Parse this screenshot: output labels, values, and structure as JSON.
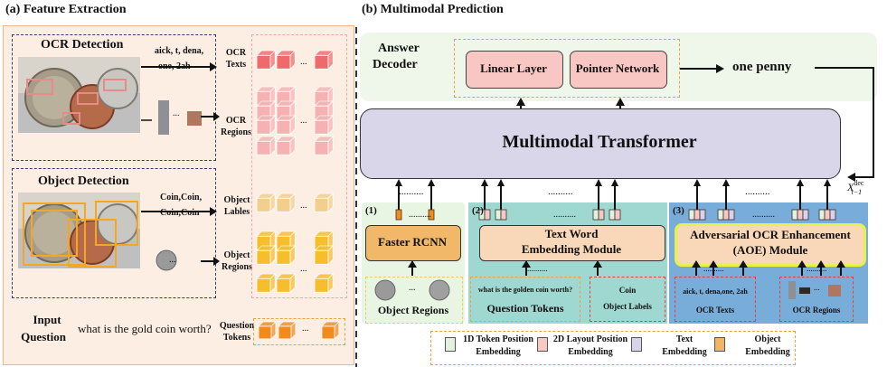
{
  "panel_a": {
    "title": "(a) Feature Extraction",
    "ocr_detection": {
      "title": "OCR Detection",
      "tokens_text": [
        "aick, t, dena,",
        "one, 2ah"
      ],
      "ocr_texts_label": [
        "OCR",
        "Texts"
      ],
      "ocr_regions_label": [
        "OCR",
        "Regions"
      ],
      "ellipsis": "..."
    },
    "object_detection": {
      "title": "Object Detection",
      "labels_text": [
        "Coin,Coin,",
        "Coin,Coin"
      ],
      "object_labels_label": [
        "Object",
        "Lables"
      ],
      "object_regions_label": [
        "Object",
        "Regions"
      ],
      "ellipsis": "..."
    },
    "input_question": {
      "label": [
        "Input",
        "Question"
      ],
      "text": "what is the gold coin worth?",
      "tokens_label": [
        "Question",
        "Tokens"
      ],
      "ellipsis": "..."
    }
  },
  "panel_b": {
    "title": "(b) Multimodal Prediction",
    "answer_decoder": {
      "label": [
        "Answer",
        "Decoder"
      ],
      "linear_layer": "Linear Layer",
      "pointer_network": "Pointer Network",
      "answer": "one penny"
    },
    "transformer": "Multimodal Transformer",
    "x_label": {
      "base": "X",
      "sup": "dec",
      "sub": "t−1"
    },
    "dots": "..........",
    "modules": [
      {
        "number": "(1)",
        "name": "Faster RCNN",
        "input_label": "Object Regions"
      },
      {
        "number": "(2)",
        "name": [
          "Text Word",
          "Embedding Module"
        ],
        "question_text": "what is the golden coin worth?",
        "question_label": "Question Tokens",
        "coin_text": "Coin",
        "object_labels": "Object Labels"
      },
      {
        "number": "(3)",
        "name": [
          "Adversarial OCR Enhancement",
          "(AOE) Module"
        ],
        "ocr_text": "aick, t, dena,one, 2ah",
        "ocr_texts_label": "OCR Texts",
        "ocr_regions_label": "OCR Regions"
      }
    ],
    "token_mark": "0"
  },
  "legend": [
    {
      "label": [
        "1D Token Position",
        "Embedding"
      ],
      "color": "#e3f1df"
    },
    {
      "label": [
        "2D Layout Position",
        "Embedding"
      ],
      "color": "#f6c7c3"
    },
    {
      "label": [
        "Text",
        "Embedding"
      ],
      "color": "#d9d2e9"
    },
    {
      "label": [
        "Object",
        "Embedding"
      ],
      "color": "#f3b464"
    }
  ],
  "colors": {
    "panel_a_bg": "#fdeee4",
    "decoder_bg": "#eef7ea",
    "transformer_bg": "#d9d6ea",
    "module2_bg": "#9fd8d0",
    "module3_bg": "#78acd9",
    "module_box": "#f8d8b8",
    "ocr_cube": "#ef6b6b",
    "region_cube": "#f6b2b2",
    "label_cube": "#f2cf8f",
    "object_cube": "#f6bd2c",
    "question_cube": "#f28a1c"
  }
}
